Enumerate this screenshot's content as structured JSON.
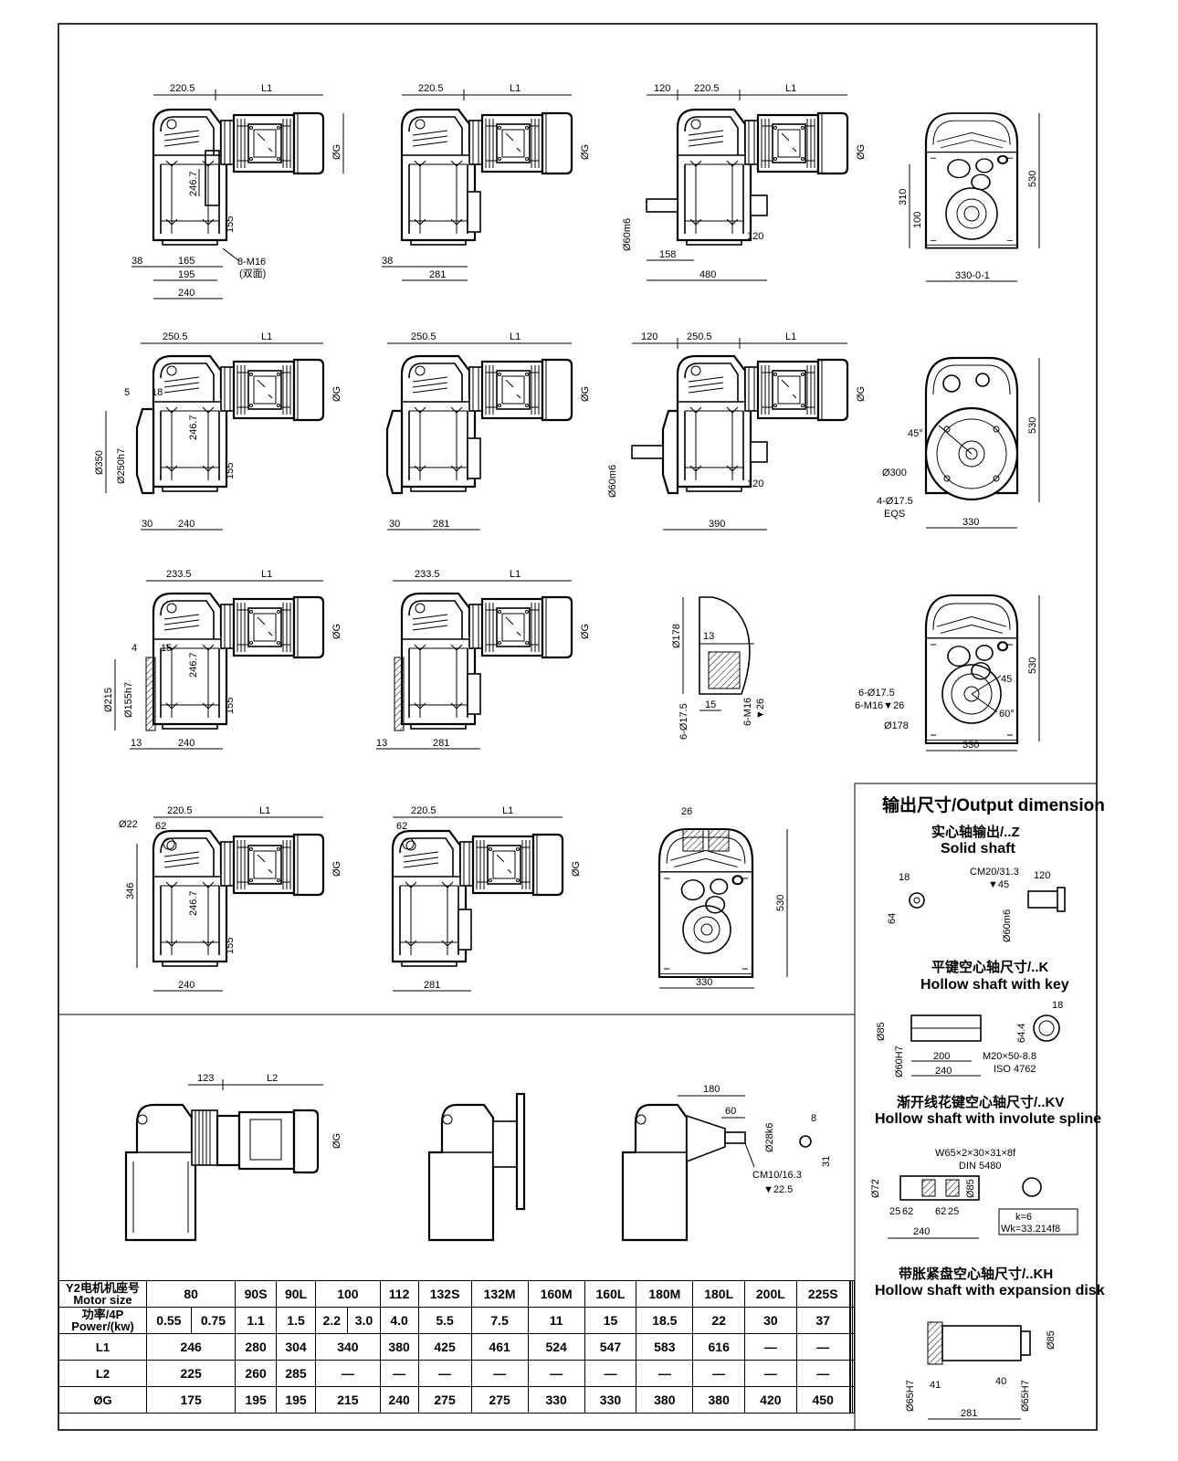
{
  "views": {
    "r1a": {
      "w": "220.5",
      "l1": "L1",
      "g": "ØG",
      "h": "246.7",
      "h2": "155",
      "d1": "38",
      "d2": "165",
      "d3": "195",
      "d4": "240",
      "bolt": "8-M16",
      "bolt_note": "(双面)"
    },
    "r1b": {
      "w": "220.5",
      "l1": "L1",
      "g": "ØG",
      "d1": "38",
      "d2": "281"
    },
    "r1c": {
      "w0": "120",
      "w": "220.5",
      "l1": "L1",
      "g": "ØG",
      "shaft": "Ø60m6",
      "d1": "158",
      "d2": "120",
      "d3": "480"
    },
    "r1d": {
      "h1": "310",
      "h2": "100",
      "h3": "530",
      "w": "330-0-1"
    },
    "r2a": {
      "w": "250.5",
      "l1": "L1",
      "g": "ØG",
      "a": "5",
      "b": "18",
      "d1": "Ø350",
      "d2": "Ø250h7",
      "h": "246.7",
      "h2": "155",
      "e": "30",
      "f": "240"
    },
    "r2b": {
      "w": "250.5",
      "l1": "L1",
      "g": "ØG",
      "e": "30",
      "f": "281"
    },
    "r2c": {
      "w0": "120",
      "w": "250.5",
      "l1": "L1",
      "g": "ØG",
      "shaft": "Ø60m6",
      "d2": "120",
      "d3": "390"
    },
    "r2d": {
      "ang": "45°",
      "h": "530",
      "pcd": "Ø300",
      "holes": "4-Ø17.5",
      "eqs": "EQS",
      "w": "330"
    },
    "r3a": {
      "w": "233.5",
      "l1": "L1",
      "g": "ØG",
      "a": "4",
      "b": "15",
      "d1": "Ø215",
      "d2": "Ø155h7",
      "h": "246.7",
      "h2": "155",
      "e": "13",
      "f": "240"
    },
    "r3b": {
      "w": "233.5",
      "l1": "L1",
      "g": "ØG",
      "e": "13",
      "f": "281"
    },
    "r3c": {
      "d": "Ø178",
      "a": "13",
      "b": "15",
      "holes": "6-Ø17.5",
      "thread": "6-M16",
      "depth": "▼26"
    },
    "r3d": {
      "holes": "6-Ø17.5",
      "thread": "6-M16▼26",
      "pcd": "Ø178",
      "a1": "45",
      "a2": "60°",
      "h": "530",
      "w": "330"
    },
    "r4a": {
      "d": "Ø22",
      "w": "220.5",
      "l1": "L1",
      "g": "ØG",
      "a": "62",
      "h0": "346",
      "h": "246.7",
      "h2": "155",
      "f": "240"
    },
    "r4b": {
      "w": "220.5",
      "l1": "L1",
      "g": "ØG",
      "a": "62",
      "f": "281"
    },
    "r4c": {
      "a": "26",
      "h": "530",
      "w": "330"
    },
    "r5a": {
      "a": "123",
      "l2": "L2",
      "g": "ØG"
    },
    "r5c": {
      "a": "180",
      "b": "60",
      "shaft": "Ø28k6",
      "key": "8",
      "kh": "31",
      "cm": "CM10/16.3",
      "depth": "▼22.5"
    }
  },
  "output": {
    "title": "输出尺寸/Output dimension",
    "solid": {
      "cn": "实心轴输出/..Z",
      "en": "Solid shaft",
      "a": "18",
      "b": "64",
      "cm": "CM20/31.3",
      "depth": "▼45",
      "len": "120",
      "shaft": "Ø60m6"
    },
    "key": {
      "cn": "平键空心轴尺寸/..K",
      "en": "Hollow shaft with key",
      "d1": "Ø85",
      "d2": "Ø60H7",
      "l1": "200",
      "l2": "240",
      "bolt": "M20×50-8.8",
      "iso": "ISO 4762",
      "kw": "18",
      "kh": "64.4"
    },
    "spline": {
      "cn": "渐开线花键空心轴尺寸/..KV",
      "en": "Hollow shaft with involute spline",
      "spec": "W65×2×30×31×8f",
      "din": "DIN 5480",
      "d1": "Ø72",
      "d2": "Ø85",
      "a": "25",
      "b": "62",
      "c": "62",
      "e": "25",
      "l": "240",
      "k": "k=6",
      "wk": "Wk=33.214f8"
    },
    "disk": {
      "cn": "带胀紧盘空心轴尺寸/..KH",
      "en": "Hollow shaft with expansion disk",
      "d1": "Ø85",
      "d2": "Ø65H7",
      "d3": "Ø65H7",
      "a": "41",
      "b": "40",
      "l": "281"
    }
  },
  "table": {
    "rows": [
      {
        "label": [
          "Y2电机机座号",
          "Motor size"
        ],
        "cells": [
          [
            "80",
            2
          ],
          [
            "90S",
            1
          ],
          [
            "90L",
            1
          ],
          [
            "100",
            2
          ],
          [
            "112",
            1
          ],
          [
            "132S",
            1
          ],
          [
            "132M",
            1
          ],
          [
            "160M",
            1
          ],
          [
            "160L",
            1
          ],
          [
            "180M",
            1
          ],
          [
            "180L",
            1
          ],
          [
            "200L",
            1
          ],
          [
            "225S",
            1
          ],
          [
            "",
            1
          ],
          [
            "",
            1
          ],
          [
            "",
            1
          ]
        ]
      },
      {
        "label": [
          "功率/4P",
          "Power/(kw)"
        ],
        "cells": [
          [
            "0.55",
            1
          ],
          [
            "0.75",
            1
          ],
          [
            "1.1",
            1
          ],
          [
            "1.5",
            1
          ],
          [
            "2.2",
            1
          ],
          [
            "3.0",
            1
          ],
          [
            "4.0",
            1
          ],
          [
            "5.5",
            1
          ],
          [
            "7.5",
            1
          ],
          [
            "11",
            1
          ],
          [
            "15",
            1
          ],
          [
            "18.5",
            1
          ],
          [
            "22",
            1
          ],
          [
            "30",
            1
          ],
          [
            "37",
            1
          ],
          [
            "",
            1
          ],
          [
            "",
            1
          ],
          [
            "",
            1
          ]
        ]
      },
      {
        "label": [
          "L1"
        ],
        "cells": [
          [
            "246",
            2
          ],
          [
            "280",
            1
          ],
          [
            "304",
            1
          ],
          [
            "340",
            2
          ],
          [
            "380",
            1
          ],
          [
            "425",
            1
          ],
          [
            "461",
            1
          ],
          [
            "524",
            1
          ],
          [
            "547",
            1
          ],
          [
            "583",
            1
          ],
          [
            "616",
            1
          ],
          [
            "—",
            1
          ],
          [
            "—",
            1
          ],
          [
            "",
            1
          ],
          [
            "",
            1
          ],
          [
            "",
            1
          ]
        ]
      },
      {
        "label": [
          "L2"
        ],
        "cells": [
          [
            "225",
            2
          ],
          [
            "260",
            1
          ],
          [
            "285",
            1
          ],
          [
            "—",
            2
          ],
          [
            "—",
            1
          ],
          [
            "—",
            1
          ],
          [
            "—",
            1
          ],
          [
            "—",
            1
          ],
          [
            "—",
            1
          ],
          [
            "—",
            1
          ],
          [
            "—",
            1
          ],
          [
            "—",
            1
          ],
          [
            "—",
            1
          ],
          [
            "",
            1
          ],
          [
            "",
            1
          ],
          [
            "",
            1
          ]
        ]
      },
      {
        "label": [
          "ØG"
        ],
        "cells": [
          [
            "175",
            2
          ],
          [
            "195",
            1
          ],
          [
            "195",
            1
          ],
          [
            "215",
            2
          ],
          [
            "240",
            1
          ],
          [
            "275",
            1
          ],
          [
            "275",
            1
          ],
          [
            "330",
            1
          ],
          [
            "330",
            1
          ],
          [
            "380",
            1
          ],
          [
            "380",
            1
          ],
          [
            "420",
            1
          ],
          [
            "450",
            1
          ],
          [
            "",
            1
          ],
          [
            "",
            1
          ],
          [
            "",
            1
          ]
        ]
      }
    ]
  }
}
